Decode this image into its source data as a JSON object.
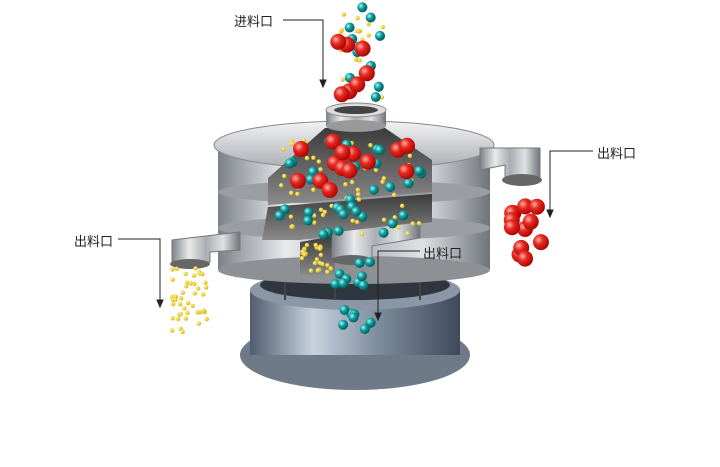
{
  "labels": {
    "inlet": "进料口",
    "outlet_right": "出料口",
    "outlet_left": "出料口",
    "outlet_middle": "出料口"
  },
  "colors": {
    "large_particle": "#e02020",
    "medium_particle": "#139a9a",
    "fine_particle": "#f0d020",
    "steel": "#b8bcc2"
  }
}
